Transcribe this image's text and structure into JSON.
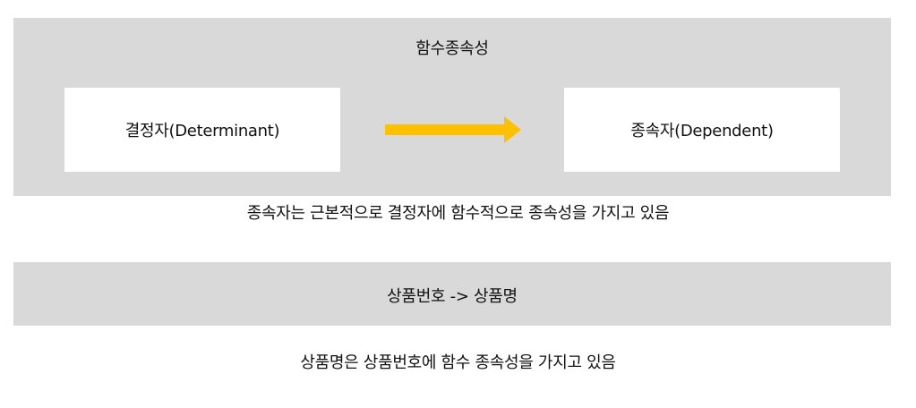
{
  "top_section": {
    "title": "함수종속성",
    "determinant_label": "결정자(Determinant)",
    "dependent_label": "종속자(Dependent)",
    "arrow_color": "#ffc000",
    "caption": "종속자는 근본적으로 결정자에 함수적으로 종속성을 가지고 있음"
  },
  "bottom_section": {
    "relation": "상품번호 -> 상품명",
    "caption": "상품명은 상품번호에 함수 종속성을 가지고 있음"
  },
  "colors": {
    "panel_background": "#d9d9d9",
    "box_background": "#ffffff",
    "text": "#111111"
  }
}
